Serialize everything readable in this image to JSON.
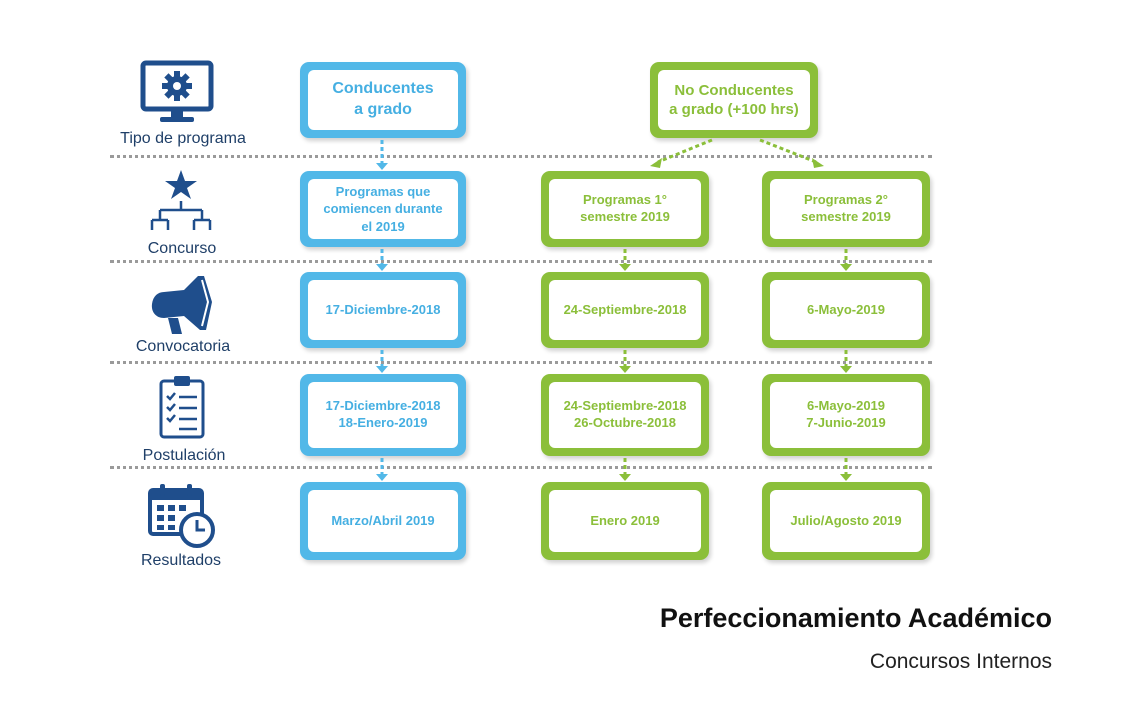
{
  "rows": [
    {
      "label": "Tipo de programa",
      "icon": "monitor-gear-icon"
    },
    {
      "label": "Concurso",
      "icon": "star-hierarchy-icon"
    },
    {
      "label": "Convocatoria",
      "icon": "megaphone-icon"
    },
    {
      "label": "Postulación",
      "icon": "clipboard-checklist-icon"
    },
    {
      "label": "Resultados",
      "icon": "calendar-clock-icon"
    }
  ],
  "tipo": {
    "conducentes": [
      "Conducentes",
      "a grado"
    ],
    "no_conducentes": [
      "No Conducentes",
      "a grado (+100 hrs)"
    ]
  },
  "concurso": {
    "conducentes": [
      "Programas que",
      "comiencen durante",
      "el 2019"
    ],
    "semestre1": [
      "Programas 1°",
      "semestre 2019"
    ],
    "semestre2": [
      "Programas 2°",
      "semestre 2019"
    ]
  },
  "convocatoria": {
    "conducentes": [
      "17-Diciembre-2018"
    ],
    "semestre1": [
      "24-Septiembre-2018"
    ],
    "semestre2": [
      "6-Mayo-2019"
    ]
  },
  "postulacion": {
    "conducentes": [
      "17-Diciembre-2018",
      "18-Enero-2019"
    ],
    "semestre1": [
      "24-Septiembre-2018",
      "26-Octubre-2018"
    ],
    "semestre2": [
      "6-Mayo-2019",
      "7-Junio-2019"
    ]
  },
  "resultados": {
    "conducentes": [
      "Marzo/Abril 2019"
    ],
    "semestre1": [
      "Enero 2019"
    ],
    "semestre2": [
      "Julio/Agosto 2019"
    ]
  },
  "footer": {
    "title": "Perfeccionamiento Académico",
    "subtitle": "Concursos Internos"
  },
  "colors": {
    "blue": "#52b8e8",
    "green": "#8bbf3a",
    "icon_navy": "#1f4e8c"
  }
}
